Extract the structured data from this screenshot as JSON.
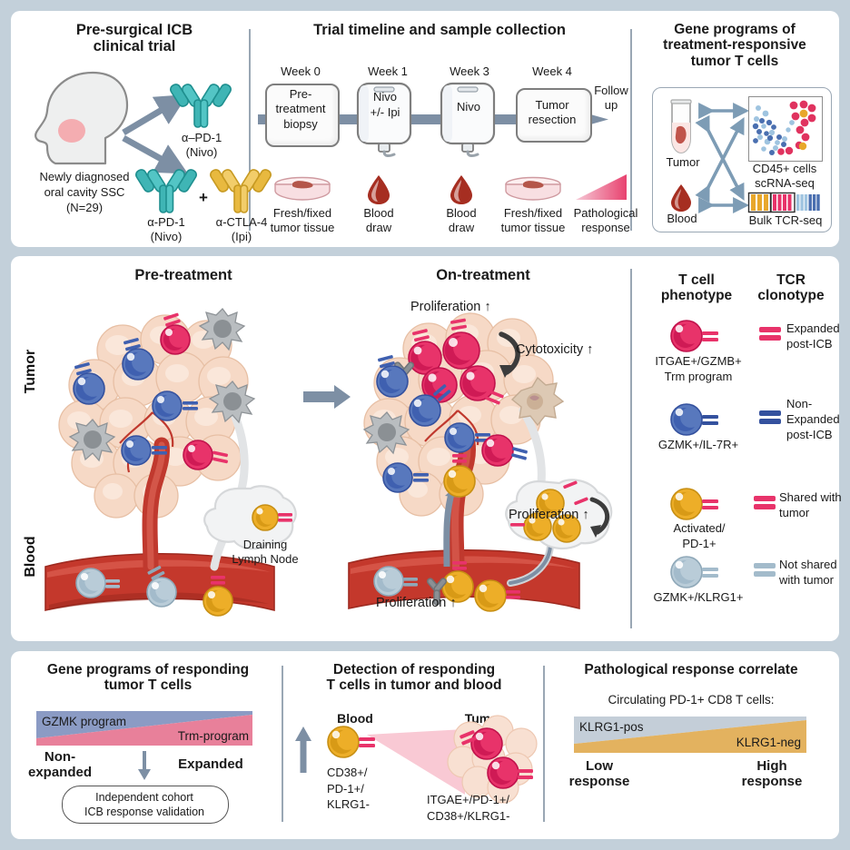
{
  "colors": {
    "page_background": "#c3d0da",
    "panel_background": "#ffffff",
    "divider": "#9aa7b4",
    "teal_antibody": "#3fb5b5",
    "gold_antibody": "#edbd52",
    "pink_cell": "#e8336a",
    "pink_cell_dark": "#c8124c",
    "blue_cell": "#5878bd",
    "blue_cell_dark": "#2f4fa0",
    "gold_cell": "#edae28",
    "gold_cell_dark": "#d18f10",
    "lightblue_cell": "#b9ccd8",
    "tumor_tissue": "#f6d8c4",
    "vessel_red": "#c0392e",
    "arrow_grey": "#7d8fa4",
    "gzmk_wedge": "#8b9bc4",
    "trm_wedge": "#e8809a",
    "klrg1_pos_wedge": "#c4ced8",
    "klrg1_neg_wedge": "#e3b25f"
  },
  "panel_top": {
    "trial": {
      "title_line1": "Pre-surgical ICB",
      "title_line2": "clinical trial",
      "patient_line1": "Newly diagnosed",
      "patient_line2": "oral cavity SSC",
      "patient_line3": "(N=29)",
      "arm1_line1": "α–PD-1",
      "arm1_line2": "(Nivo)",
      "arm2a_line1": "α-PD-1",
      "arm2a_line2": "(Nivo)",
      "plus": "+",
      "arm2b_line1": "α-CTLA-4",
      "arm2b_line2": "(Ipi)"
    },
    "timeline": {
      "title": "Trial timeline and sample collection",
      "weeks": [
        "Week 0",
        "Week 1",
        "Week 3",
        "Week 4"
      ],
      "followup_line1": "Follow",
      "followup_line2": "up",
      "nodes": [
        {
          "kind": "box",
          "line1": "Pre-",
          "line2": "treatment",
          "line3": "biopsy"
        },
        {
          "kind": "bag",
          "line1": "Nivo",
          "line2": "+/- Ipi",
          "line3": ""
        },
        {
          "kind": "bag",
          "line1": "Nivo",
          "line2": "",
          "line3": ""
        },
        {
          "kind": "box",
          "line1": "Tumor",
          "line2": "resection",
          "line3": ""
        }
      ],
      "samples": [
        {
          "icon": "petri-dish-icon",
          "line1": "Fresh/fixed",
          "line2": "tumor tissue"
        },
        {
          "icon": "blood-drop-icon",
          "line1": "Blood",
          "line2": "draw"
        },
        {
          "icon": "blood-drop-icon",
          "line1": "Blood",
          "line2": "draw"
        },
        {
          "icon": "petri-dish-icon",
          "line1": "Fresh/fixed",
          "line2": "tumor tissue"
        },
        {
          "icon": "response-wedge-icon",
          "line1": "Pathological",
          "line2": "response"
        }
      ]
    },
    "gene_programs": {
      "title_line1": "Gene programs of",
      "title_line2": "treatment-responsive",
      "title_line3": "tumor T cells",
      "source_tumor": "Tumor",
      "source_blood": "Blood",
      "assay1_line1": "CD45+ cells",
      "assay1_line2": "scRNA-seq",
      "assay2": "Bulk TCR-seq"
    }
  },
  "panel_mid": {
    "row_label_tumor": "Tumor",
    "row_label_blood": "Blood",
    "pretreatment": {
      "title": "Pre-treatment",
      "lymph_node_line1": "Draining",
      "lymph_node_line2": "Lymph Node"
    },
    "ontreatment": {
      "title": "On-treatment",
      "annotation_proliferation_tumor": "Proliferation ↑",
      "annotation_cytotoxicity": "Cytotoxicity ↑",
      "annotation_proliferation_ln": "Proliferation ↑",
      "annotation_proliferation_blood": "Proliferation ↑"
    },
    "legend": {
      "col1_title_line1": "T cell",
      "col1_title_line2": "phenotype",
      "col2_title_line1": "TCR",
      "col2_title_line2": "clonotype",
      "rows": [
        {
          "cell_color": "pink",
          "phenotype_line1": "ITGAE+/GZMB+",
          "phenotype_line2": "Trm program",
          "clone_color": "pink",
          "clonotype_line1": "Expanded",
          "clonotype_line2": "post-ICB"
        },
        {
          "cell_color": "blue",
          "phenotype_line1": "GZMK+/IL-7R+",
          "phenotype_line2": "",
          "clone_color": "blue",
          "clonotype_line1": "Non-",
          "clonotype_line2": "Expanded",
          "clonotype_line3": "post-ICB"
        },
        {
          "cell_color": "gold",
          "phenotype_line1": "Activated/",
          "phenotype_line2": "PD-1+",
          "clone_color": "pink",
          "clonotype_line1": "Shared with",
          "clonotype_line2": "tumor"
        },
        {
          "cell_color": "lightblue",
          "phenotype_line1": "GZMK+/KLRG1+",
          "phenotype_line2": "",
          "clone_color": "lightblue",
          "clonotype_line1": "Not shared",
          "clonotype_line2": "with tumor"
        }
      ]
    }
  },
  "panel_bottom": {
    "gene_programs": {
      "title_line1": "Gene programs of responding",
      "title_line2": "tumor T cells",
      "wedge_top_label": "GZMK program",
      "wedge_bottom_label": "Trm-program",
      "left_label_line1": "Non-",
      "left_label_line2": "expanded",
      "right_label": "Expanded",
      "validation_line1": "Independent cohort",
      "validation_line2": "ICB response validation"
    },
    "detection": {
      "title_line1": "Detection of responding",
      "title_line2": "T cells in tumor and blood",
      "blood_label": "Blood",
      "tumor_label": "Tumor",
      "blood_markers_line1": "CD38+/",
      "blood_markers_line2": "PD-1+/",
      "blood_markers_line3": "KLRG1-",
      "tumor_markers_line1": "ITGAE+/PD-1+/",
      "tumor_markers_line2": "CD38+/KLRG1-"
    },
    "response": {
      "title": "Pathological response correlate",
      "subtitle": "Circulating PD-1+ CD8 T cells:",
      "wedge_top_label": "KLRG1-pos",
      "wedge_bottom_label": "KLRG1-neg",
      "left_label_line1": "Low",
      "left_label_line2": "response",
      "right_label_line1": "High",
      "right_label_line2": "response"
    }
  }
}
